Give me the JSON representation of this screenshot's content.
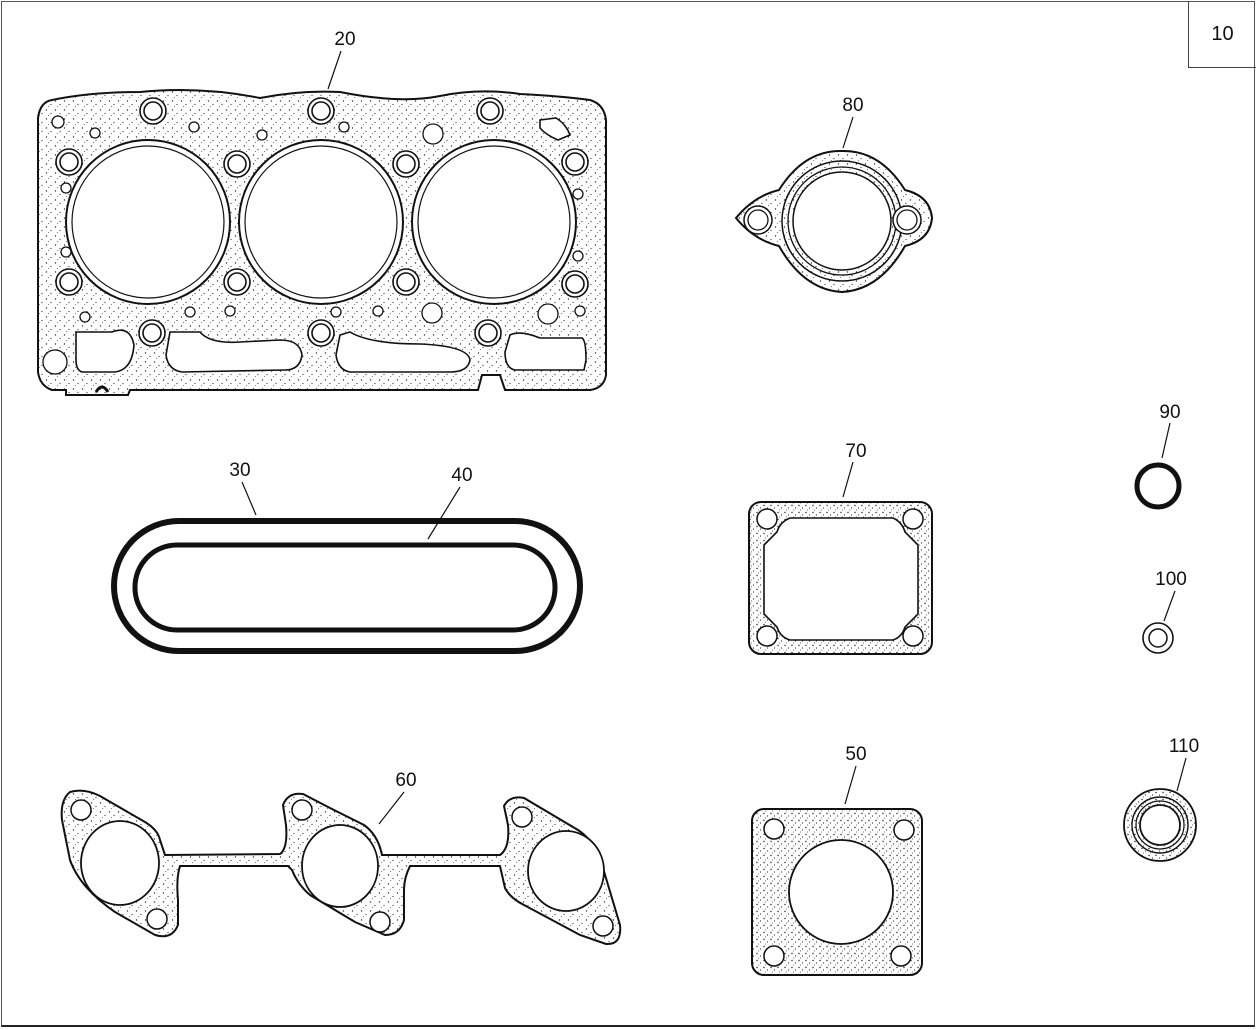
{
  "page": {
    "number": "10"
  },
  "diagram": {
    "type": "exploded parts illustration",
    "subject": "engine gasket kit",
    "parts": [
      {
        "callout": "20",
        "name": "cylinder-head-gasket"
      },
      {
        "callout": "30",
        "name": "outer-seal-ring"
      },
      {
        "callout": "40",
        "name": "inner-seal-ring"
      },
      {
        "callout": "50",
        "name": "square-flange-gasket"
      },
      {
        "callout": "60",
        "name": "exhaust-manifold-gasket"
      },
      {
        "callout": "70",
        "name": "rectangular-cover-gasket"
      },
      {
        "callout": "80",
        "name": "two-bolt-flange-gasket"
      },
      {
        "callout": "90",
        "name": "o-ring"
      },
      {
        "callout": "100",
        "name": "washer"
      },
      {
        "callout": "110",
        "name": "seal-ring"
      }
    ]
  },
  "labels": {
    "p20": "20",
    "p30": "30",
    "p40": "40",
    "p50": "50",
    "p60": "60",
    "p70": "70",
    "p80": "80",
    "p90": "90",
    "p100": "100",
    "p110": "110"
  }
}
